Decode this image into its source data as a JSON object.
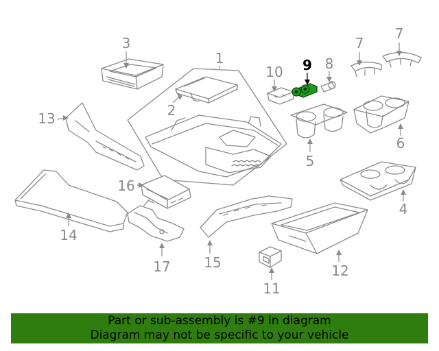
{
  "diagram": {
    "highlight_color": "#2f7d0e",
    "highlighted_part": "9",
    "callouts": [
      "1",
      "2",
      "3",
      "4",
      "5",
      "6",
      "7",
      "7",
      "8",
      "9",
      "10",
      "11",
      "12",
      "13",
      "14",
      "15",
      "16",
      "17"
    ]
  },
  "banner": {
    "line1": "Part or sub-assembly is #9 in diagram",
    "line2": "Diagram may not be specific to your vehicle"
  }
}
